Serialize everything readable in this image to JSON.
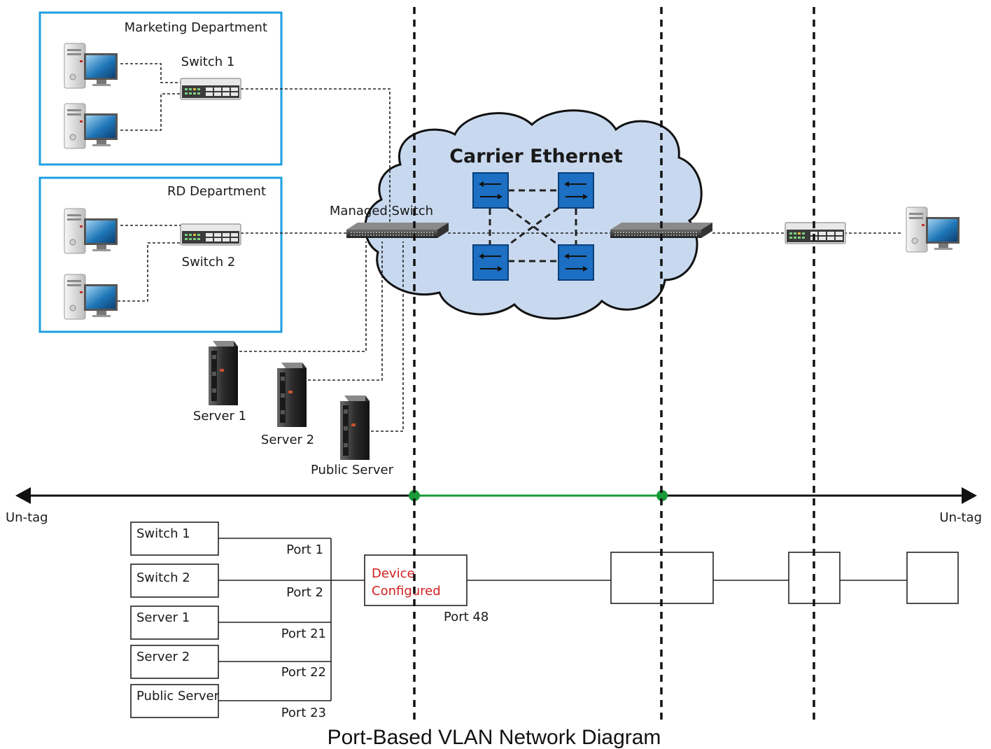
{
  "title": "Port-Based VLAN Network Diagram",
  "colors": {
    "dept_border": "#1e9fe0",
    "cloud_fill": "#c8d9ef",
    "switch_icon": "#1c6fc2",
    "vlan_link": "#1a9a3a"
  },
  "groups": {
    "marketing": "Marketing Department",
    "rd": "RD Department"
  },
  "devices": {
    "switch1": "Switch 1",
    "switch2": "Switch 2",
    "managed_switch": "Managed Switch",
    "server1": "Server 1",
    "server2": "Server 2",
    "public_server": "Public Server"
  },
  "cloud": {
    "label": "Carrier Ethernet"
  },
  "axis": {
    "left_label": "Un-tag",
    "right_label": "Un-tag"
  },
  "legend_rows": [
    {
      "device": "Switch 1",
      "port": "Port 1"
    },
    {
      "device": "Switch 2",
      "port": "Port 2"
    },
    {
      "device": "Server 1",
      "port": "Port 21"
    },
    {
      "device": "Server 2",
      "port": "Port 22"
    },
    {
      "device": "Public Server",
      "port": "Port 23"
    }
  ],
  "device_configured": {
    "line1": "Device",
    "line2": "Configured",
    "port": "Port 48"
  }
}
